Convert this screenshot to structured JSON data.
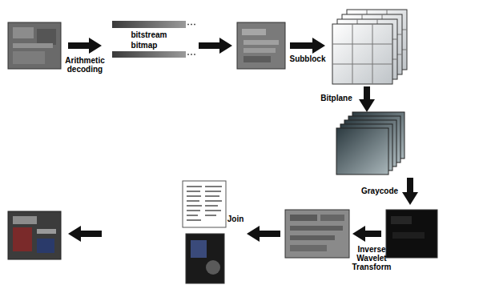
{
  "diagram": {
    "labels": [
      "Arithmetic decoding",
      "bitstream",
      "bitmap",
      "Subblock",
      "Bitplane",
      "Graycode",
      "Inverse Wavelet Transform",
      "Join"
    ]
  }
}
